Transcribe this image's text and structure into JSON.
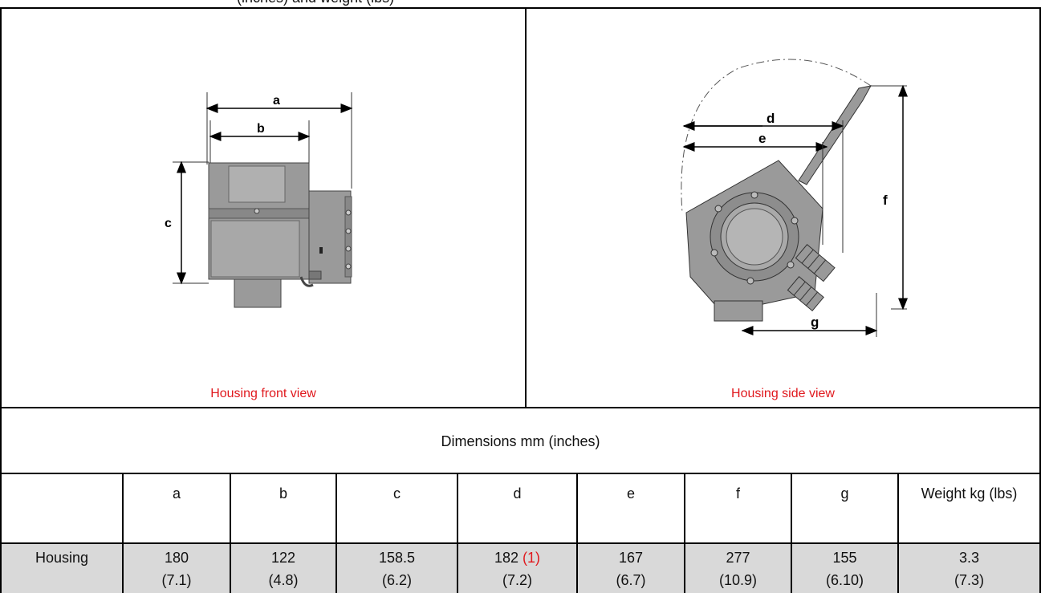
{
  "header_fragment": "(inches) and weight (lbs)",
  "front_caption": "Housing front view",
  "side_caption": "Housing side view",
  "dimensions_title": "Dimensions mm (inches)",
  "drawing_labels": {
    "a": "a",
    "b": "b",
    "c": "c",
    "d": "d",
    "e": "e",
    "f": "f",
    "g": "g"
  },
  "table": {
    "headers": [
      "",
      "a",
      "b",
      "c",
      "d",
      "e",
      "f",
      "g",
      "Weight kg (lbs)"
    ],
    "row_label": "Housing",
    "mm": [
      "180",
      "122",
      "158.5",
      "182",
      "167",
      "277",
      "155",
      "3.3"
    ],
    "inches": [
      "(7.1)",
      "(4.8)",
      "(6.2)",
      "(7.2)",
      "(6.7)",
      "(10.9)",
      "(6.10)",
      "(7.3)"
    ],
    "footnote_marker": "(1)"
  },
  "colors": {
    "caption": "#e0191e",
    "row_fill": "#d9d9d9",
    "lines": "#000000"
  }
}
